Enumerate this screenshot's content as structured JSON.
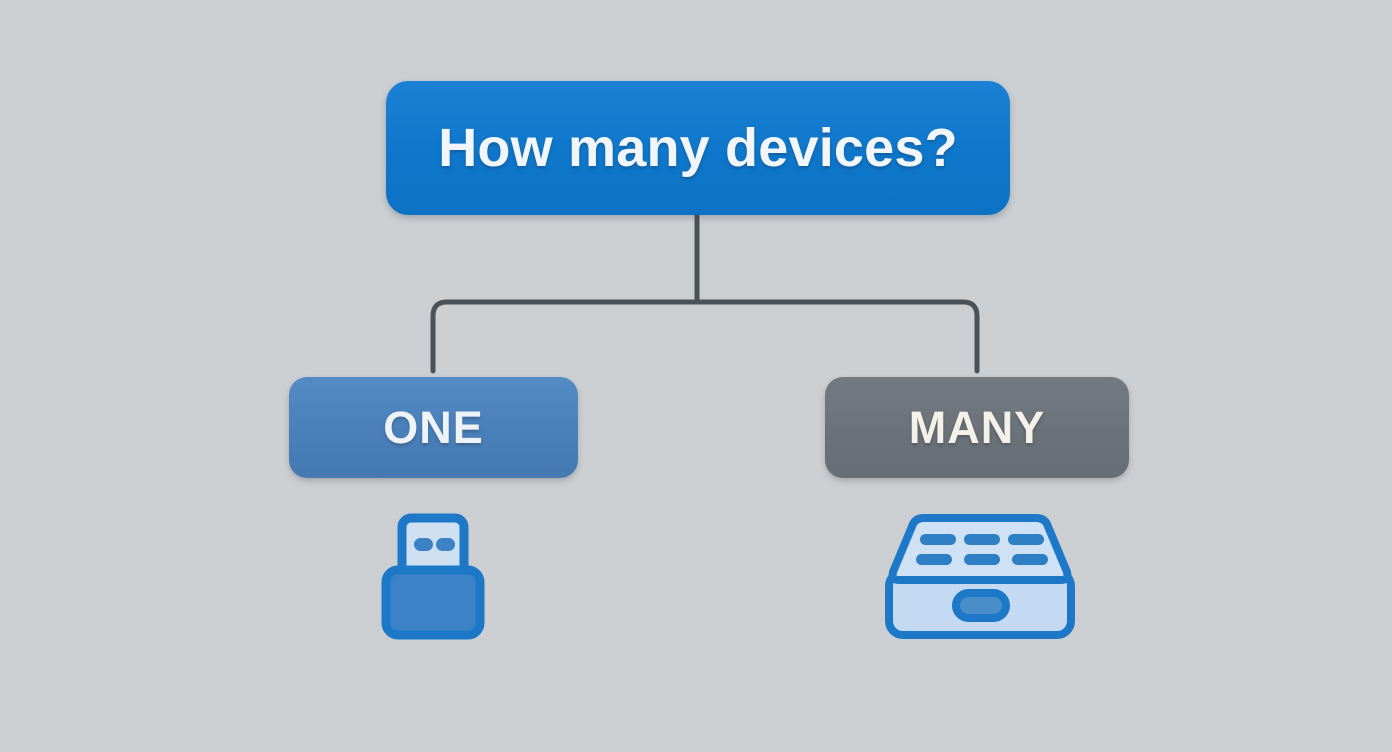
{
  "diagram": {
    "type": "decision-tree",
    "title": "How many devices?",
    "background_color": "#cccfd2",
    "connector_color": "#4a5257",
    "root": {
      "label": "How many devices?",
      "color": "#0f77cb",
      "text_color": "#f2f6fa"
    },
    "branches": [
      {
        "label": "ONE",
        "color": "#4a80ba",
        "text_color": "#eef3f8",
        "icon": "usb-flash-drive-icon"
      },
      {
        "label": "MANY",
        "color": "#6b727a",
        "text_color": "#f3f1e8",
        "icon": "storage-enclosure-icon"
      }
    ]
  }
}
